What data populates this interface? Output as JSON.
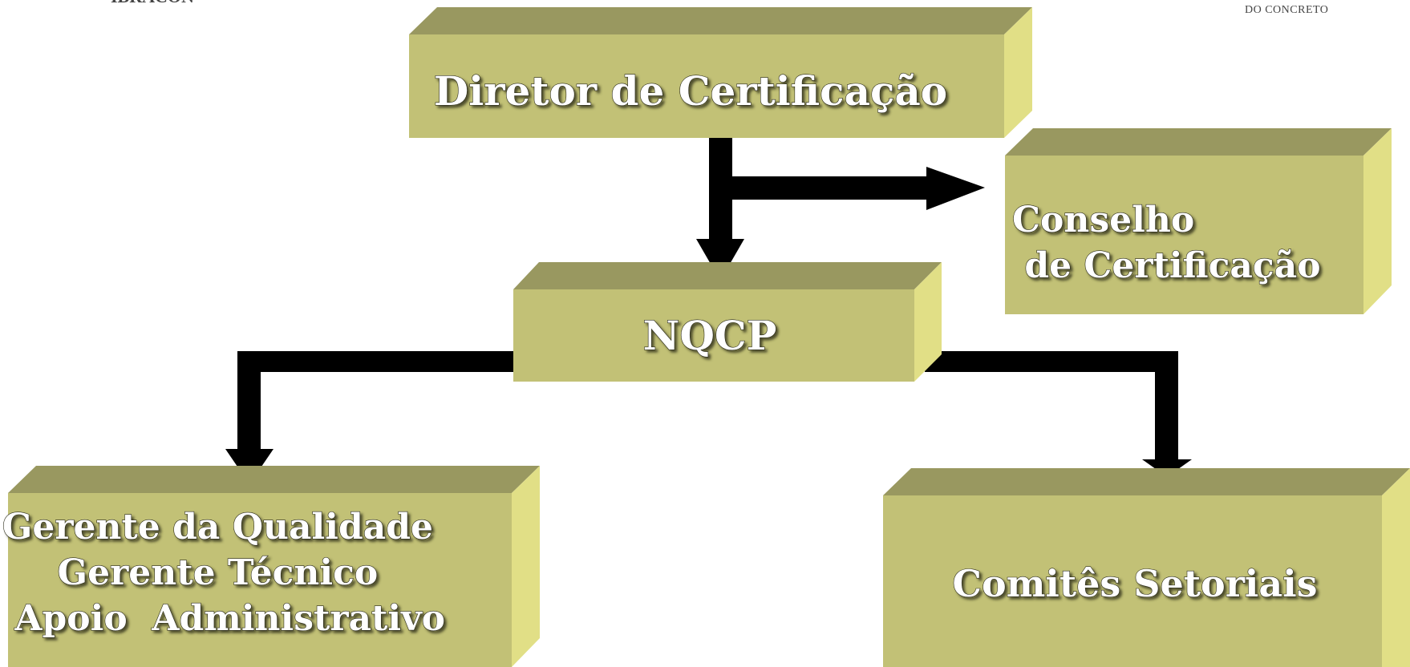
{
  "header": {
    "logo_left": "IBRACON",
    "logo_right": "DO CONCRETO"
  },
  "boxes": {
    "director": {
      "lines": [
        "Diretor de Certificação"
      ]
    },
    "council": {
      "lines": [
        "Conselho",
        " de Certificação"
      ]
    },
    "nqcp": {
      "lines": [
        "NQCP"
      ]
    },
    "management": {
      "lines": [
        "Gerente da Qualidade",
        "Gerente Técnico",
        "Apoio  Administrativo"
      ]
    },
    "committees": {
      "lines": [
        "Comitês Setoriais"
      ]
    }
  },
  "colors": {
    "box_front": "#c2c176",
    "box_top": "#999860",
    "box_side": "#e1df86",
    "connector": "#000000",
    "text": "#ffffff"
  }
}
